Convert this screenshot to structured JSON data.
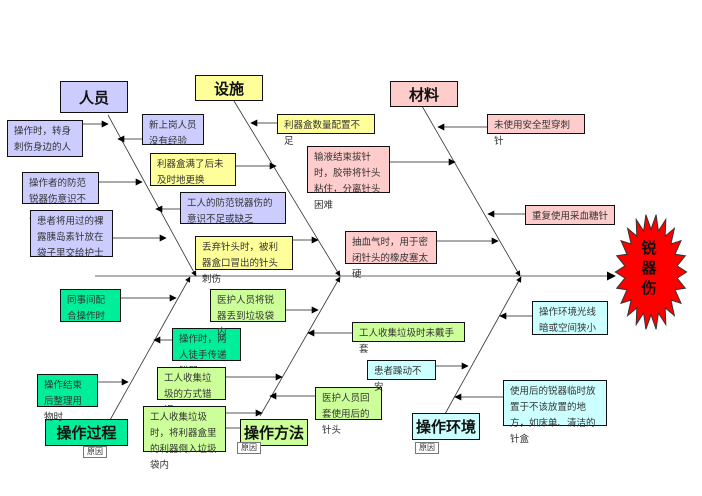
{
  "effect": {
    "label": "锐\n器\n伤",
    "color": "#ff0000"
  },
  "categories": {
    "personnel": {
      "label": "人员",
      "color": "#ccccff"
    },
    "facilities": {
      "label": "设施",
      "color": "#ffff99"
    },
    "materials": {
      "label": "材料",
      "color": "#ffcccc"
    },
    "process": {
      "label": "操作过程",
      "color": "#00ee99"
    },
    "method": {
      "label": "操作方法",
      "color": "#ccff99"
    },
    "environment": {
      "label": "操作环境",
      "color": "#ccffff"
    }
  },
  "causes": {
    "personnel": [
      "操作时，转身刺伤身边的人",
      "新上岗人员没有经验",
      "操作者的防范锐器伤意识不足",
      "工人的防范锐器伤的意识不足或缺乏",
      "患者将用过的裸露胰岛素针放在袋子里交给护士"
    ],
    "facilities": [
      "利器盒数量配置不足",
      "利器盒满了后未及时地更换",
      "丢弃针头时，被利器盒口冒出的针头刺伤"
    ],
    "materials": [
      "未使用安全型穿刺针",
      "输液结束拔针时，胶带将针头粘住，分离针头困难",
      "重复使用采血糖针",
      "抽血气时，用于密闭针头的橡皮塞太硬"
    ],
    "process": [
      "同事间配合操作时",
      "操作时，两人徒手传递锐器",
      "操作结束后整理用物时"
    ],
    "method": [
      "医护人员将锐器丢到垃圾袋内",
      "工人收集垃圾时未戴手套",
      "工人收集垃圾的方式错误",
      "医护人员回套使用后的针头",
      "工人收集垃圾时，将利器盒里的利器倒入垃圾袋内"
    ],
    "environment": [
      "操作环境光线暗或空间狭小",
      "患者躁动不安",
      "使用后的锐器临时放置于不该放置的地方，如床单、清洁的针盒"
    ]
  },
  "tags": {
    "cause_label": "原因"
  }
}
